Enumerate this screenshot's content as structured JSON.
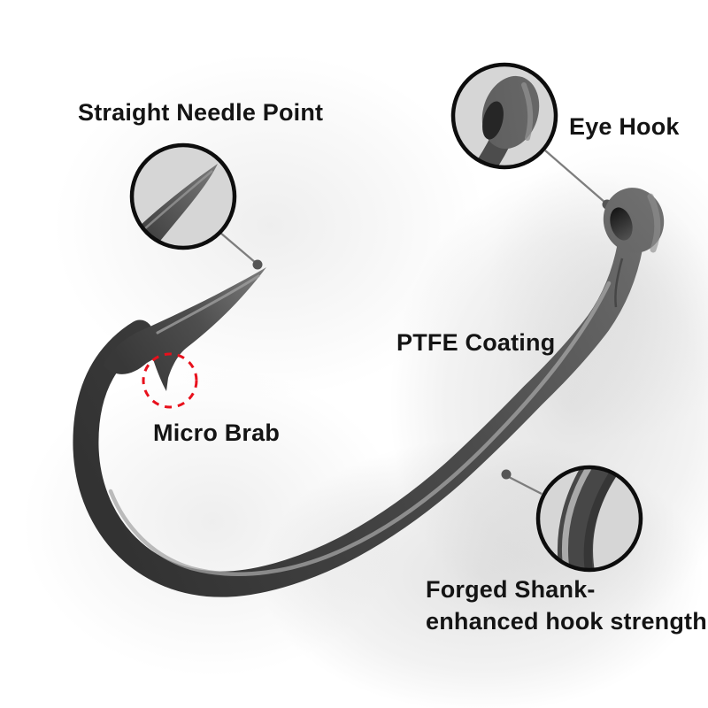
{
  "title": "Fishing hook feature callout diagram",
  "labels": {
    "needle_point": "Straight Needle Point",
    "eye_hook": "Eye Hook",
    "ptfe_coating": "PTFE Coating",
    "micro_barb": "Micro Brab",
    "forged_shank_line1": "Forged Shank-",
    "forged_shank_line2": "enhanced hook strength"
  },
  "colors": {
    "label_text": "#141414",
    "barb_circle_red": "#e8101c",
    "callout_border": "#0d0d0d",
    "callout_fill": "#d6d6d6",
    "pointer_line": "#7d7d7d",
    "pointer_dot": "#555555",
    "hook_dark": "#343434",
    "hook_light": "#6b6b6b"
  }
}
